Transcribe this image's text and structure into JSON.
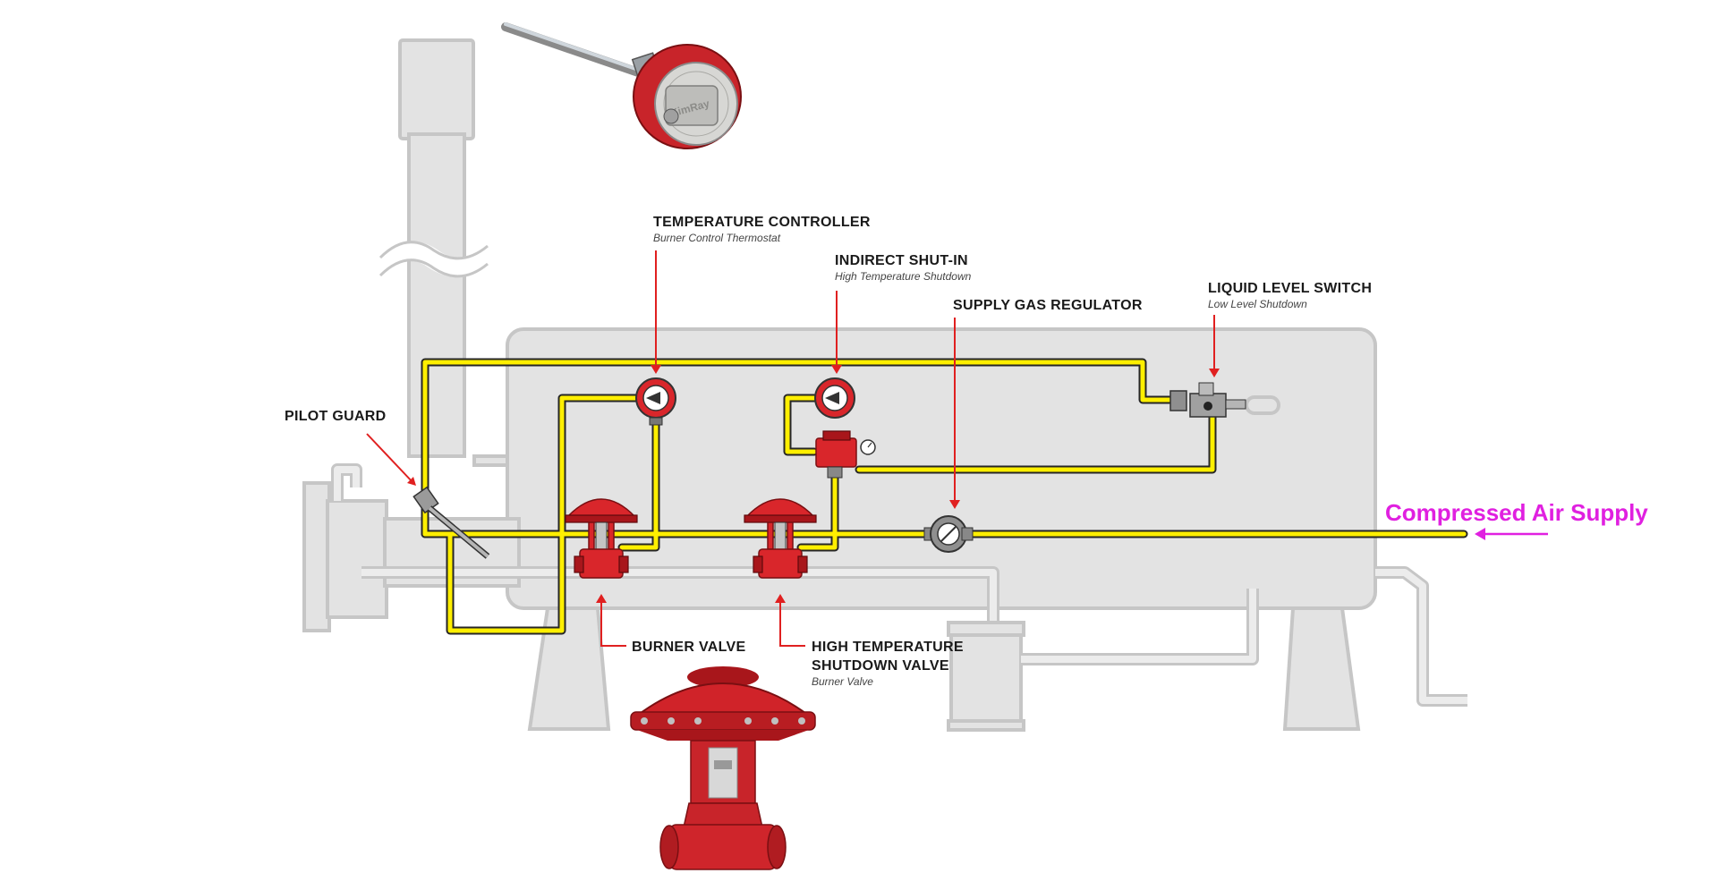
{
  "labels": {
    "temperature_controller": "TEMPERATURE CONTROLLER",
    "temperature_controller_sub": "Burner Control Thermostat",
    "indirect_shut_in": "INDIRECT SHUT-IN",
    "indirect_shut_in_sub": "High Temperature Shutdown",
    "supply_gas_regulator": "SUPPLY GAS REGULATOR",
    "liquid_level_switch": "LIQUID LEVEL SWITCH",
    "liquid_level_switch_sub": "Low Level Shutdown",
    "pilot_guard": "PILOT GUARD",
    "burner_valve": "BURNER VALVE",
    "high_temp_valve_line1": "HIGH TEMPERATURE",
    "high_temp_valve_line2": "SHUTDOWN VALVE",
    "high_temp_valve_sub": "Burner Valve",
    "compressed_air": "Compressed Air Supply"
  },
  "photo_brand": "KimRay",
  "colors": {
    "supply_line": "#ffef00",
    "callout_arrow": "#e02020",
    "air_label": "#e020e0",
    "valve_red": "#d9262b",
    "vessel_gray": "#e3e3e3"
  },
  "icons": {
    "controller": "thermostat-gauge-icon",
    "valve": "diaphragm-valve-icon",
    "regulator": "regulator-icon",
    "switch": "level-switch-icon"
  }
}
